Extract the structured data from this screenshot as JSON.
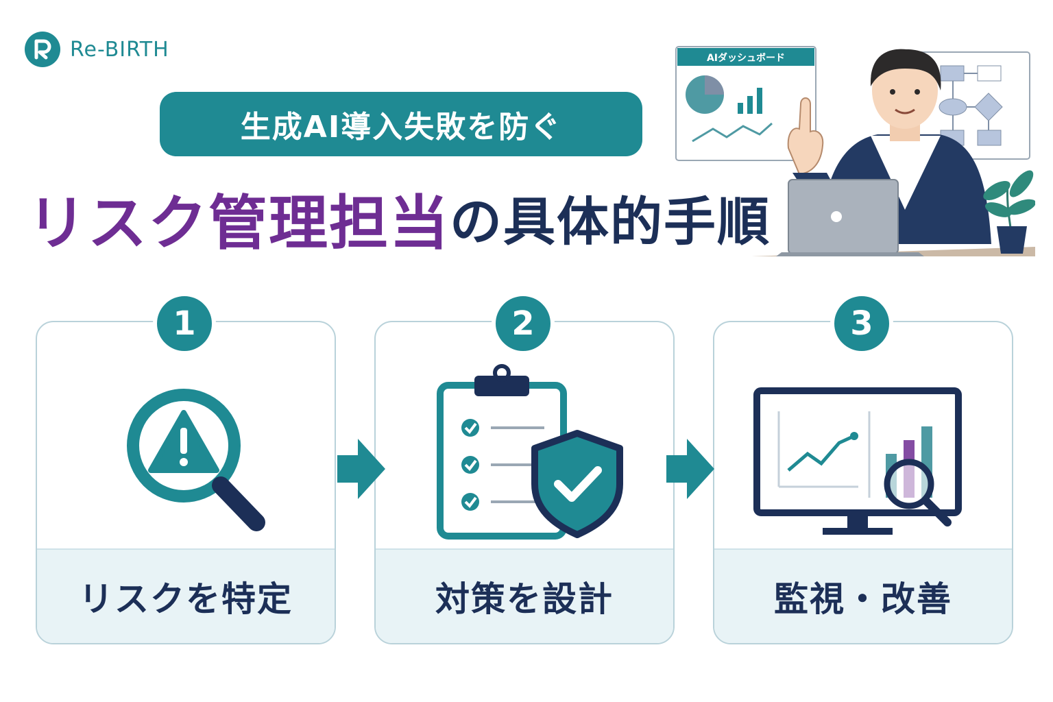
{
  "brand": {
    "name": "Re-BIRTH",
    "color": "#1f8a93"
  },
  "subtitle": "生成AI導入失敗を防ぐ",
  "title": {
    "highlight": "リスク管理担当",
    "rest": "の具体的手順"
  },
  "illustration": {
    "dashboard_label": "AIダッシュボード"
  },
  "colors": {
    "teal": "#1f8a93",
    "purple": "#6e2d93",
    "navy": "#1c2f57",
    "light": "#e8f3f6"
  },
  "steps": [
    {
      "number": "1",
      "label": "リスクを特定",
      "icon": "warning-magnifier-icon"
    },
    {
      "number": "2",
      "label": "対策を設計",
      "icon": "clipboard-shield-icon"
    },
    {
      "number": "3",
      "label": "監視・改善",
      "icon": "monitor-chart-icon"
    }
  ]
}
